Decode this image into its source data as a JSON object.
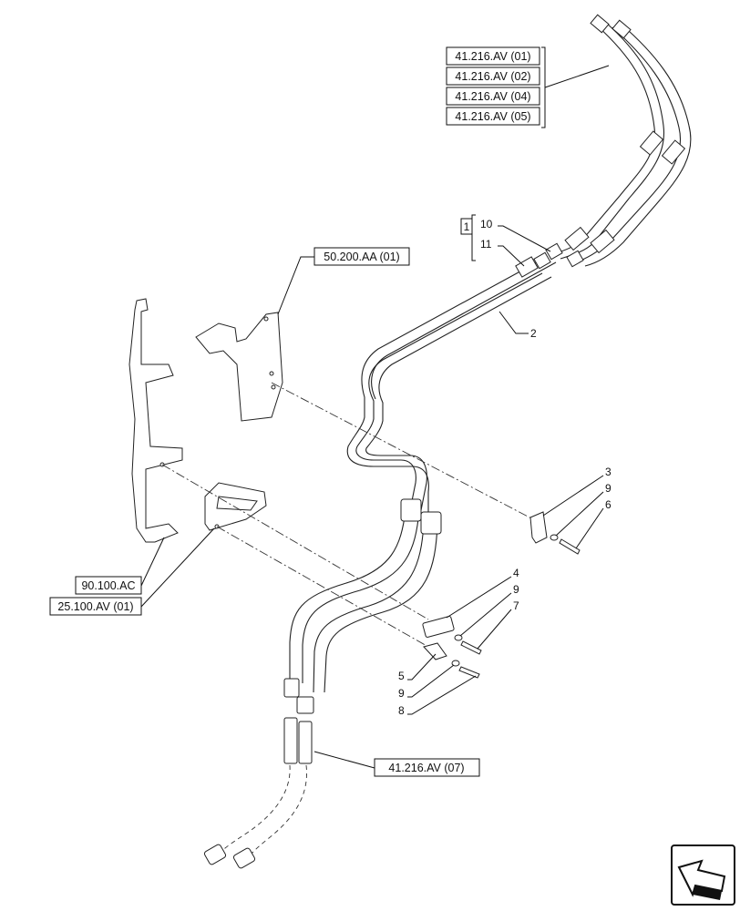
{
  "references": {
    "ref_41216av_01": "41.216.AV (01)",
    "ref_41216av_02": "41.216.AV (02)",
    "ref_41216av_04": "41.216.AV (04)",
    "ref_41216av_05": "41.216.AV (05)",
    "ref_50200aa_01": "50.200.AA (01)",
    "ref_90100ac": "90.100.AC",
    "ref_25100av_01": "25.100.AV (01)",
    "ref_41216av_07": "41.216.AV (07)"
  },
  "callouts": {
    "kit": "1",
    "c10": "10",
    "c11": "11",
    "c2": "2",
    "c3": "3",
    "c9a": "9",
    "c6": "6",
    "c4": "4",
    "c9b": "9",
    "c7": "7",
    "c5": "5",
    "c9c": "9",
    "c8": "8"
  },
  "nav_icon": "next-page-arrow-icon"
}
